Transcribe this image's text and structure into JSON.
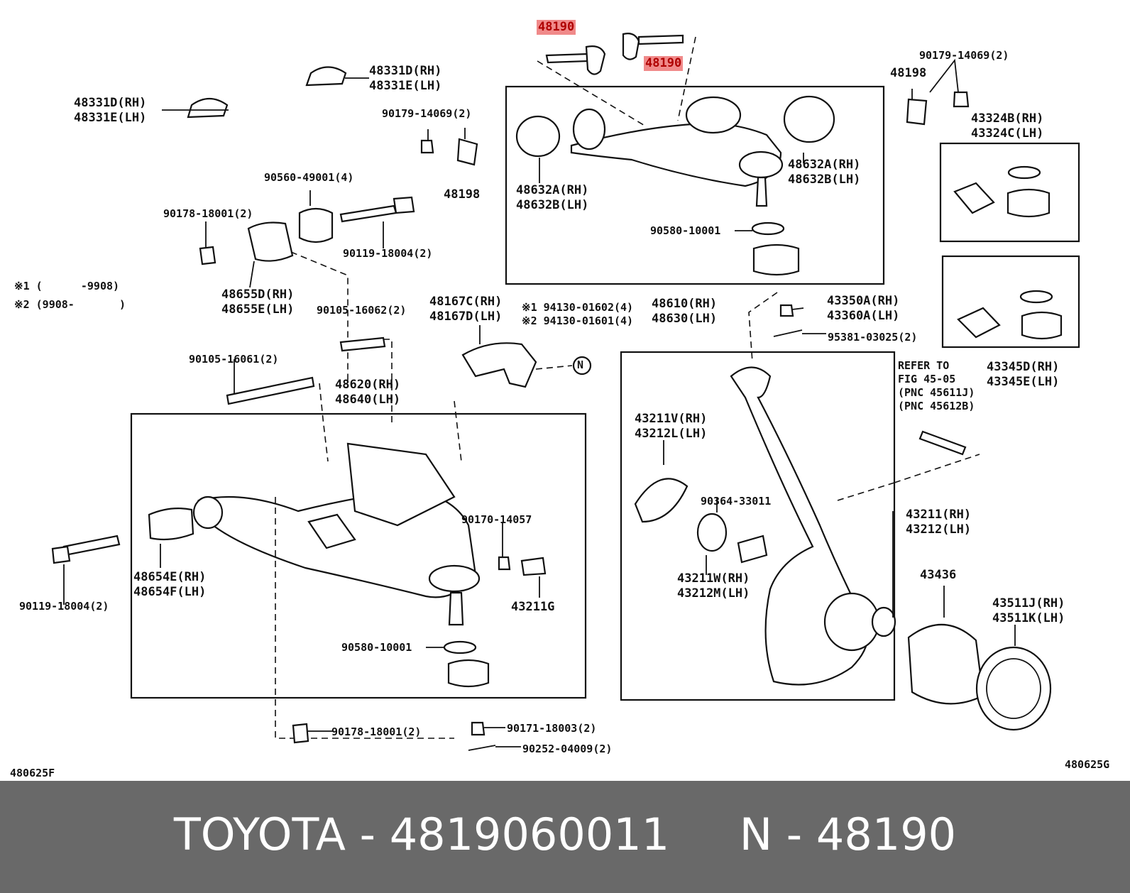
{
  "highlight_color": "#f08a8a",
  "labels": {
    "p48190a": "48190",
    "p48190b": "48190",
    "p48331_1": "48331D(RH)\n48331E(LH)",
    "p48331_2": "48331D(RH)\n48331E(LH)",
    "p90179a": "90179-14069(2)",
    "p48198a": "48198",
    "p90179b": "90179-14069(2)",
    "p48198b": "48198",
    "p43324": "43324B(RH)\n43324C(LH)",
    "p90560": "90560-49001(4)",
    "p90178a": "90178-18001(2)",
    "p90119a": "90119-18004(2)",
    "p48655": "48655D(RH)\n48655E(LH)",
    "p48632_left": "48632A(RH)\n48632B(LH)",
    "p48632_right": "48632A(RH)\n48632B(LH)",
    "p90580a": "90580-10001",
    "note1": "※1 (      -9908)",
    "note2": "※2 (9908-       )",
    "p90105_62": "90105-16062(2)",
    "p48167": "48167C(RH)\n48167D(LH)",
    "p94130": "※1 94130-01602(4)\n※2 94130-01601(4)",
    "p48610": "48610(RH)\n48630(LH)",
    "p43350": "43350A(RH)\n43360A(LH)",
    "p95381": "95381-03025(2)",
    "p43345": "43345D(RH)\n43345E(LH)",
    "p90105_61": "90105-16061(2)",
    "p48620": "48620(RH)\n48640(LH)",
    "circle_n": "N",
    "refer": "REFER TO\nFIG 45-05\n(PNC 45611J)\n(PNC 45612B)",
    "p43211v": "43211V(RH)\n43212L(LH)",
    "p90364": "90364-33011",
    "p43211": "43211(RH)\n43212(LH)",
    "p90170": "90170-14057",
    "p48654": "48654E(RH)\n48654F(LH)",
    "p90119b": "90119-18004(2)",
    "p43211g": "43211G",
    "p43211w": "43211W(RH)\n43212M(LH)",
    "p43436": "43436",
    "p43511": "43511J(RH)\n43511K(LH)",
    "p90580b": "90580-10001",
    "p90178b": "90178-18001(2)",
    "p90171": "90171-18003(2)",
    "p90252": "90252-04009(2)",
    "fig_left": "480625F",
    "fig_right": "480625G"
  },
  "footer": {
    "title": "TOYOTA - 4819060011     N - 48190"
  }
}
